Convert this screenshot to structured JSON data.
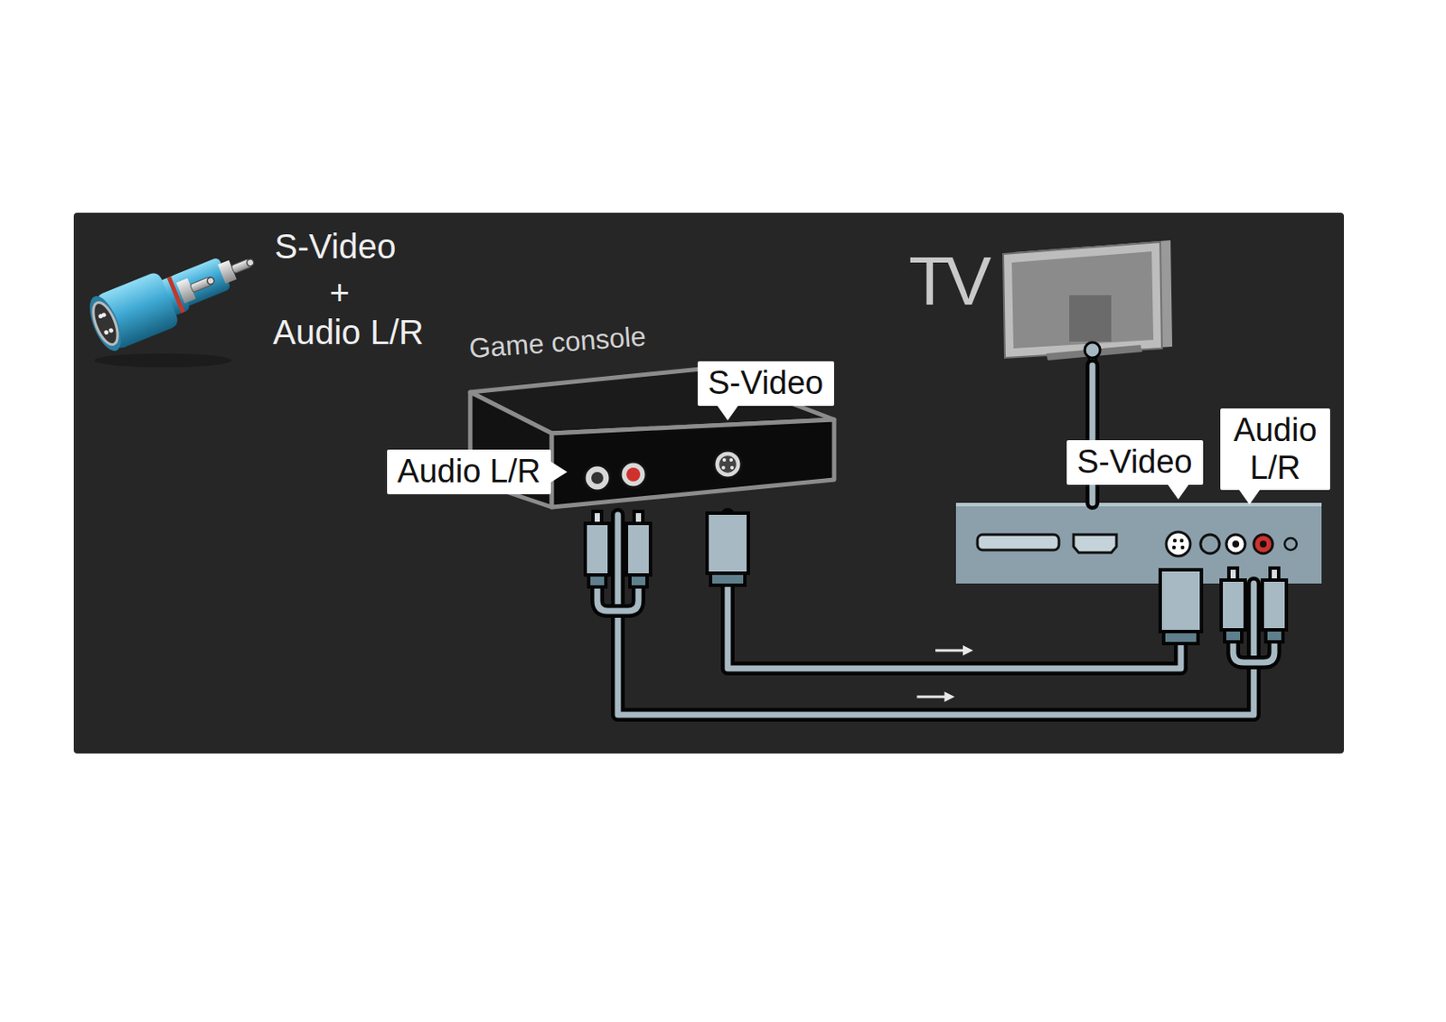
{
  "diagram": {
    "nodes": [
      {
        "text": [
          "Game console",
          "S-Video",
          "Audio L/R"
        ]
      },
      {
        "text": [
          "TV"
        ]
      },
      {
        "text": [
          "S-Video",
          "Audio L/R"
        ]
      }
    ],
    "edges": [
      {
        "from": 0,
        "to": 2,
        "arrow": "to"
      },
      {
        "from": 0,
        "to": 2,
        "arrow": "to"
      },
      {
        "from": 1,
        "to": 2,
        "arrow": "none"
      }
    ],
    "labels": [
      "S-Video",
      "+",
      "Audio L/R"
    ]
  }
}
